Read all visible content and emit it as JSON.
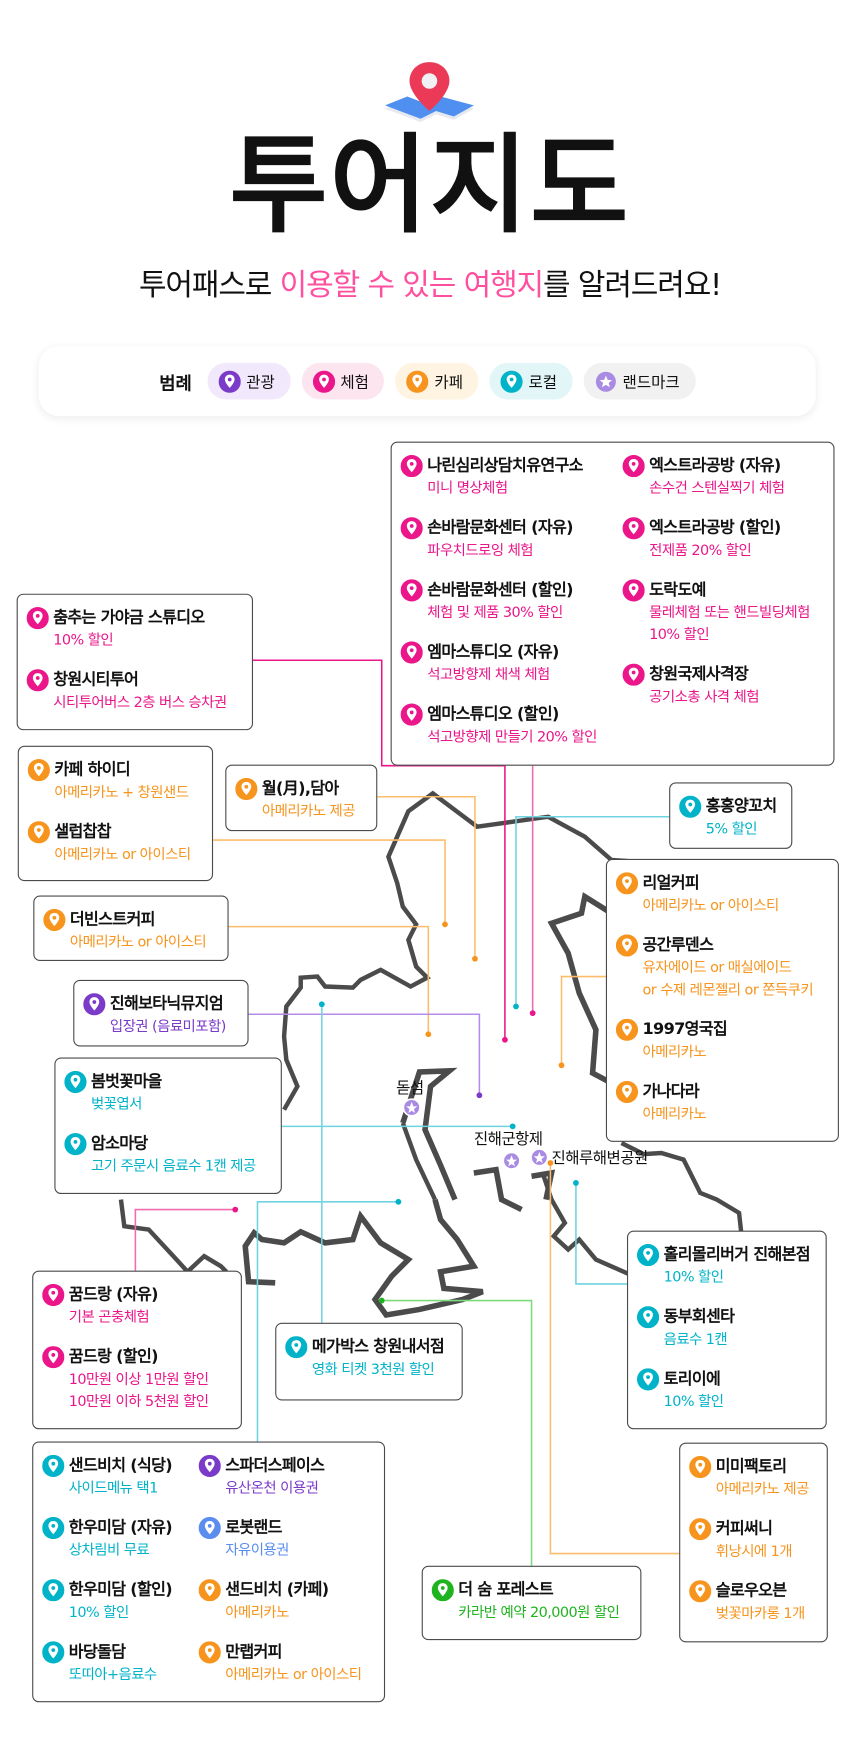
{
  "header": {
    "title": "투어지도",
    "subtitle_pre": "투어패스로 ",
    "subtitle_highlight": "이용할 수 있는 여행지",
    "subtitle_post": "를 알려드려요!",
    "icon": "map-pin-icon"
  },
  "colors": {
    "tour": "#7b3bc9",
    "experience": "#ea168a",
    "cafe": "#f7941d",
    "local": "#00b3c8",
    "robot": "#5b8def",
    "forest": "#1fb41f",
    "landmark": "#a98be3",
    "highlight": "#ff4f9f"
  },
  "legend": {
    "label": "범례",
    "items": [
      {
        "label": "관광",
        "cat": "tour",
        "bg": "#f1e9fb"
      },
      {
        "label": "체험",
        "cat": "experience",
        "bg": "#fde5f0"
      },
      {
        "label": "카페",
        "cat": "cafe",
        "bg": "#fff3e2"
      },
      {
        "label": "로컬",
        "cat": "local",
        "bg": "#e2f6f8"
      },
      {
        "label": "랜드마크",
        "cat": "landmark",
        "bg": "#f1f1f1"
      }
    ]
  },
  "landmarks": [
    {
      "label": "돋섬"
    },
    {
      "label": "진해군항제"
    },
    {
      "label": "진해루해변공원"
    }
  ],
  "boxes": [
    {
      "id": "experience-north",
      "columns": [
        [
          {
            "name": "나린심리상담치유연구소",
            "desc": [
              "미니 명상체험"
            ],
            "cat": "experience"
          },
          {
            "name": "손바람문화센터 (자유)",
            "desc": [
              "파우치드로잉 체험"
            ],
            "cat": "experience"
          },
          {
            "name": "손바람문화센터 (할인)",
            "desc": [
              "체험 및 제품 30% 할인"
            ],
            "cat": "experience"
          },
          {
            "name": "엠마스튜디오 (자유)",
            "desc": [
              "석고방향제 채색 체험"
            ],
            "cat": "experience"
          },
          {
            "name": "엠마스튜디오 (할인)",
            "desc": [
              "석고방향제 만들기 20% 할인"
            ],
            "cat": "experience"
          }
        ],
        [
          {
            "name": "엑스트라공방 (자유)",
            "desc": [
              "손수건 스텐실찍기 체험"
            ],
            "cat": "experience"
          },
          {
            "name": "엑스트라공방 (할인)",
            "desc": [
              "전제품 20% 할인"
            ],
            "cat": "experience"
          },
          {
            "name": "도락도예",
            "desc": [
              "물레체험 또는 핸드빌딩체험",
              "10% 할인"
            ],
            "cat": "experience"
          },
          {
            "name": "창원국제사격장",
            "desc": [
              "공기소총 사격 체험"
            ],
            "cat": "experience"
          }
        ]
      ]
    },
    {
      "id": "gayageum",
      "columns": [
        [
          {
            "name": "춤추는 가야금 스튜디오",
            "desc": [
              "10% 할인"
            ],
            "cat": "experience"
          },
          {
            "name": "창원시티투어",
            "desc": [
              "시티투어버스 2층 버스 승차권"
            ],
            "cat": "experience"
          }
        ]
      ]
    },
    {
      "id": "cafe-haidi",
      "columns": [
        [
          {
            "name": "카페 하이디",
            "desc": [
              "아메리카노 + 창원샌드"
            ],
            "cat": "cafe"
          },
          {
            "name": "샐럽찹찹",
            "desc": [
              "아메리카노 or 아이스티"
            ],
            "cat": "cafe"
          }
        ]
      ]
    },
    {
      "id": "wol-dama",
      "columns": [
        [
          {
            "name": "월(月),담아",
            "desc": [
              "아메리카노 제공"
            ],
            "cat": "cafe"
          }
        ]
      ]
    },
    {
      "id": "honghong",
      "columns": [
        [
          {
            "name": "홍홍양꼬치",
            "desc": [
              "5% 할인"
            ],
            "cat": "local"
          }
        ]
      ]
    },
    {
      "id": "real-coffee",
      "columns": [
        [
          {
            "name": "리얼커피",
            "desc": [
              "아메리카노 or 아이스티"
            ],
            "cat": "cafe"
          },
          {
            "name": "공간루덴스",
            "desc": [
              "유자에이드 or 매실에이드",
              "or 수제 레몬젤리 or 쫀득쿠키"
            ],
            "cat": "cafe"
          },
          {
            "name": "1997영국집",
            "desc": [
              "아메리카노"
            ],
            "cat": "cafe"
          },
          {
            "name": "가나다라",
            "desc": [
              "아메리카노"
            ],
            "cat": "cafe"
          }
        ]
      ]
    },
    {
      "id": "the-beans",
      "columns": [
        [
          {
            "name": "더빈스트커피",
            "desc": [
              "아메리카노 or 아이스티"
            ],
            "cat": "cafe"
          }
        ]
      ]
    },
    {
      "id": "botanic",
      "columns": [
        [
          {
            "name": "진해보타닉뮤지엄",
            "desc": [
              "입장권 (음료미포함)"
            ],
            "cat": "tour"
          }
        ]
      ]
    },
    {
      "id": "cherry-village",
      "columns": [
        [
          {
            "name": "봄벗꽃마을",
            "desc": [
              "벚꽃엽서"
            ],
            "cat": "local"
          },
          {
            "name": "암소마당",
            "desc": [
              "고기 주문시 음료수 1캔 제공"
            ],
            "cat": "local"
          }
        ]
      ]
    },
    {
      "id": "kkumdeurang",
      "columns": [
        [
          {
            "name": "꿈드랑 (자유)",
            "desc": [
              "기본 곤충체험"
            ],
            "cat": "experience"
          },
          {
            "name": "꿈드랑 (할인)",
            "desc": [
              "10만원 이상 1만원 할인",
              "10만원 이하 5천원 할인"
            ],
            "cat": "experience"
          }
        ]
      ]
    },
    {
      "id": "megabox",
      "columns": [
        [
          {
            "name": "메가박스 창원내서점",
            "desc": [
              "영화 티켓 3천원 할인"
            ],
            "cat": "local"
          }
        ]
      ]
    },
    {
      "id": "holly-molly",
      "columns": [
        [
          {
            "name": "홀리몰리버거 진해본점",
            "desc": [
              "10% 할인"
            ],
            "cat": "local"
          },
          {
            "name": "동부회센타",
            "desc": [
              "음료수 1캔"
            ],
            "cat": "local"
          },
          {
            "name": "토리이에",
            "desc": [
              "10% 할인"
            ],
            "cat": "local"
          }
        ]
      ]
    },
    {
      "id": "sandbeach",
      "columns": [
        [
          {
            "name": "샌드비치 (식당)",
            "desc": [
              "사이드메뉴 택1"
            ],
            "cat": "local"
          },
          {
            "name": "한우미담 (자유)",
            "desc": [
              "상차림비 무료"
            ],
            "cat": "local"
          },
          {
            "name": "한우미담 (할인)",
            "desc": [
              "10% 할인"
            ],
            "cat": "local"
          },
          {
            "name": "바당돌담",
            "desc": [
              "또띠아+음료수"
            ],
            "cat": "local"
          }
        ],
        [
          {
            "name": "스파더스페이스",
            "desc": [
              "유산온천 이용권"
            ],
            "cat": "tour"
          },
          {
            "name": "로봇랜드",
            "desc": [
              "자유이용권"
            ],
            "cat": "robot"
          },
          {
            "name": "샌드비치 (카페)",
            "desc": [
              "아메리카노"
            ],
            "cat": "cafe"
          },
          {
            "name": "만랩커피",
            "desc": [
              "아메리카노 or 아이스티"
            ],
            "cat": "cafe"
          }
        ]
      ]
    },
    {
      "id": "the-forest",
      "columns": [
        [
          {
            "name": "더 숨 포레스트",
            "desc": [
              "카라반 예약 20,000원 할인"
            ],
            "cat": "forest"
          }
        ]
      ]
    },
    {
      "id": "mimi-factory",
      "columns": [
        [
          {
            "name": "미미팩토리",
            "desc": [
              "아메리카노 제공"
            ],
            "cat": "cafe"
          },
          {
            "name": "커피써니",
            "desc": [
              "휘낭시에 1개"
            ],
            "cat": "cafe"
          },
          {
            "name": "슬로우오븐",
            "desc": [
              "벚꽃마카롱 1개"
            ],
            "cat": "cafe"
          }
        ]
      ]
    }
  ]
}
